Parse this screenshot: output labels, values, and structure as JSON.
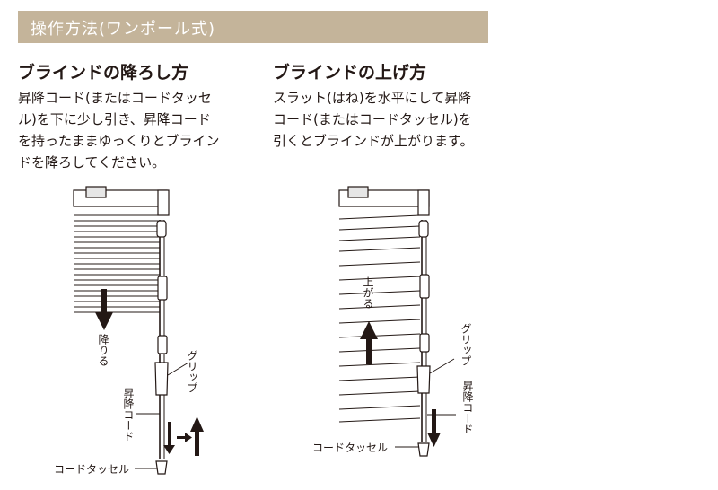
{
  "section": {
    "title": "操作方法(ワンポール式)"
  },
  "lower": {
    "heading": "ブラインドの降ろし方",
    "lines": [
      "昇降コード(またはコードタッセ",
      "ル)を下に少し引き、昇降コード",
      "を持ったままゆっくりとブライン",
      "ドを降ろしてください。"
    ],
    "labels": {
      "direction": "降りる",
      "grip": "グリップ",
      "cord": "昇降コード",
      "tassel": "コードタッセル"
    }
  },
  "raise": {
    "heading": "ブラインドの上げ方",
    "lines": [
      "スラット(はね)を水平にして昇降",
      "コード(またはコードタッセル)を",
      "引くとブラインドが上がります。"
    ],
    "labels": {
      "direction": "上がる",
      "grip": "グリップ",
      "cord": "昇降コード",
      "tassel": "コードタッセル"
    }
  },
  "colors": {
    "header_bg": "#c4b49a",
    "header_text": "#ffffff",
    "text": "#231815"
  },
  "icons": [
    "down-arrow-icon",
    "up-arrow-icon",
    "cord-pull-icon"
  ]
}
